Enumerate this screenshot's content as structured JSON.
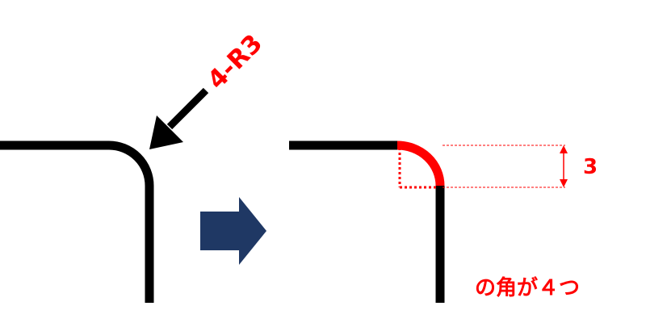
{
  "callout": {
    "label": "4-R3"
  },
  "dimension": {
    "value": "3"
  },
  "caption": {
    "text": "の角が４つ"
  },
  "colors": {
    "line": "#000000",
    "accent": "#ff0000",
    "block_arrow": "#1f3864"
  },
  "icons": {
    "callout_arrow": "arrow-down-left-icon",
    "transition_arrow": "block-arrow-right-icon"
  }
}
